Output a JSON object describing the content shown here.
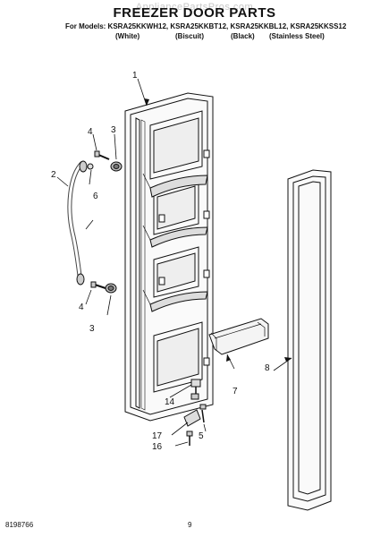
{
  "header": {
    "watermark": "AppliancePartsPros.com",
    "title": "FREEZER DOOR PARTS",
    "models_line": "For Models: KSRA25KKWH12, KSRA25KKBT12, KSRA25KKBL12, KSRA25KKSS12",
    "finishes": [
      "(White)",
      "(Biscuit)",
      "(Black)",
      "(Stainless Steel)"
    ]
  },
  "callouts": [
    "1",
    "2",
    "3",
    "4",
    "6",
    "4",
    "3",
    "8",
    "7",
    "14",
    "5",
    "17",
    "16"
  ],
  "footer": {
    "doc_number": "8198766",
    "page_number": "9"
  }
}
